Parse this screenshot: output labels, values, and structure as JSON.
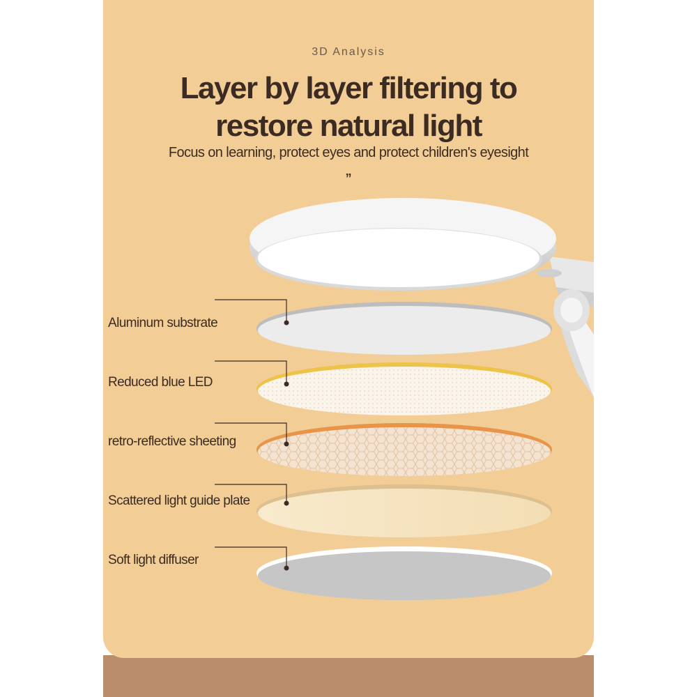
{
  "header": {
    "eyebrow": "3D Analysis",
    "headline_line1": "Layer by layer filtering to",
    "headline_line2": "restore natural light",
    "subline": "Focus on learning, protect eyes and protect children's eyesight",
    "quote_mark": "”"
  },
  "layers": [
    {
      "label": "Aluminum substrate",
      "icon": "aluminum-disc"
    },
    {
      "label": "Reduced blue LED",
      "icon": "led-disc"
    },
    {
      "label": "retro-reflective sheeting",
      "icon": "reflective-disc"
    },
    {
      "label": "Scattered light guide plate",
      "icon": "guide-plate-disc"
    },
    {
      "label": "Soft light diffuser",
      "icon": "diffuser-disc"
    }
  ],
  "colors": {
    "background": "#f2cd96",
    "text": "#3b2b22",
    "led_rim": "#eec34a",
    "reflective_rim": "#e8954a"
  }
}
